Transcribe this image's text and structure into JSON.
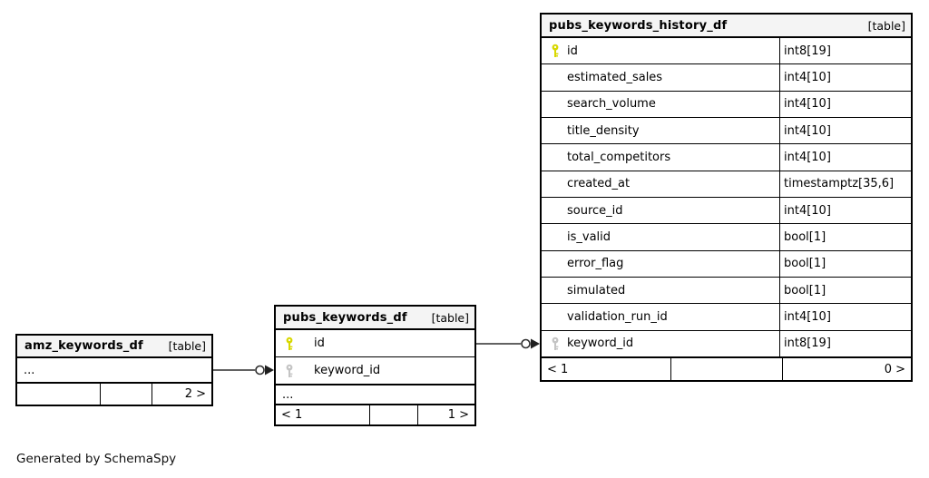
{
  "page": {
    "generated_by": "Generated by SchemaSpy"
  },
  "colors": {
    "header_bg": "#f4f4f4",
    "border": "#000000",
    "edge": "#2f2f2f",
    "primary_key_icon": "#d8d800",
    "foreign_key_icon": "#c4c4c4"
  },
  "tables": {
    "amz": {
      "name": "amz_keywords_df",
      "tag": "[table]",
      "ellipsis": "...",
      "footer": {
        "left": "",
        "mid": "",
        "right": "2 >"
      }
    },
    "pubs": {
      "name": "pubs_keywords_df",
      "tag": "[table]",
      "columns": [
        {
          "name": "id",
          "key": "primary-key"
        },
        {
          "name": "keyword_id",
          "key": "foreign-key"
        }
      ],
      "ellipsis": "...",
      "footer": {
        "left": "< 1",
        "mid": "",
        "right": "1 >"
      }
    },
    "history": {
      "name": "pubs_keywords_history_df",
      "tag": "[table]",
      "columns": [
        {
          "name": "id",
          "type": "int8[19]",
          "key": "primary-key"
        },
        {
          "name": "estimated_sales",
          "type": "int4[10]"
        },
        {
          "name": "search_volume",
          "type": "int4[10]"
        },
        {
          "name": "title_density",
          "type": "int4[10]"
        },
        {
          "name": "total_competitors",
          "type": "int4[10]"
        },
        {
          "name": "created_at",
          "type": "timestamptz[35,6]"
        },
        {
          "name": "source_id",
          "type": "int4[10]"
        },
        {
          "name": "is_valid",
          "type": "bool[1]"
        },
        {
          "name": "error_flag",
          "type": "bool[1]"
        },
        {
          "name": "simulated",
          "type": "bool[1]"
        },
        {
          "name": "validation_run_id",
          "type": "int4[10]"
        },
        {
          "name": "keyword_id",
          "type": "int8[19]",
          "key": "foreign-key"
        }
      ],
      "footer": {
        "left": "< 1",
        "mid": "",
        "right": "0 >"
      }
    }
  }
}
